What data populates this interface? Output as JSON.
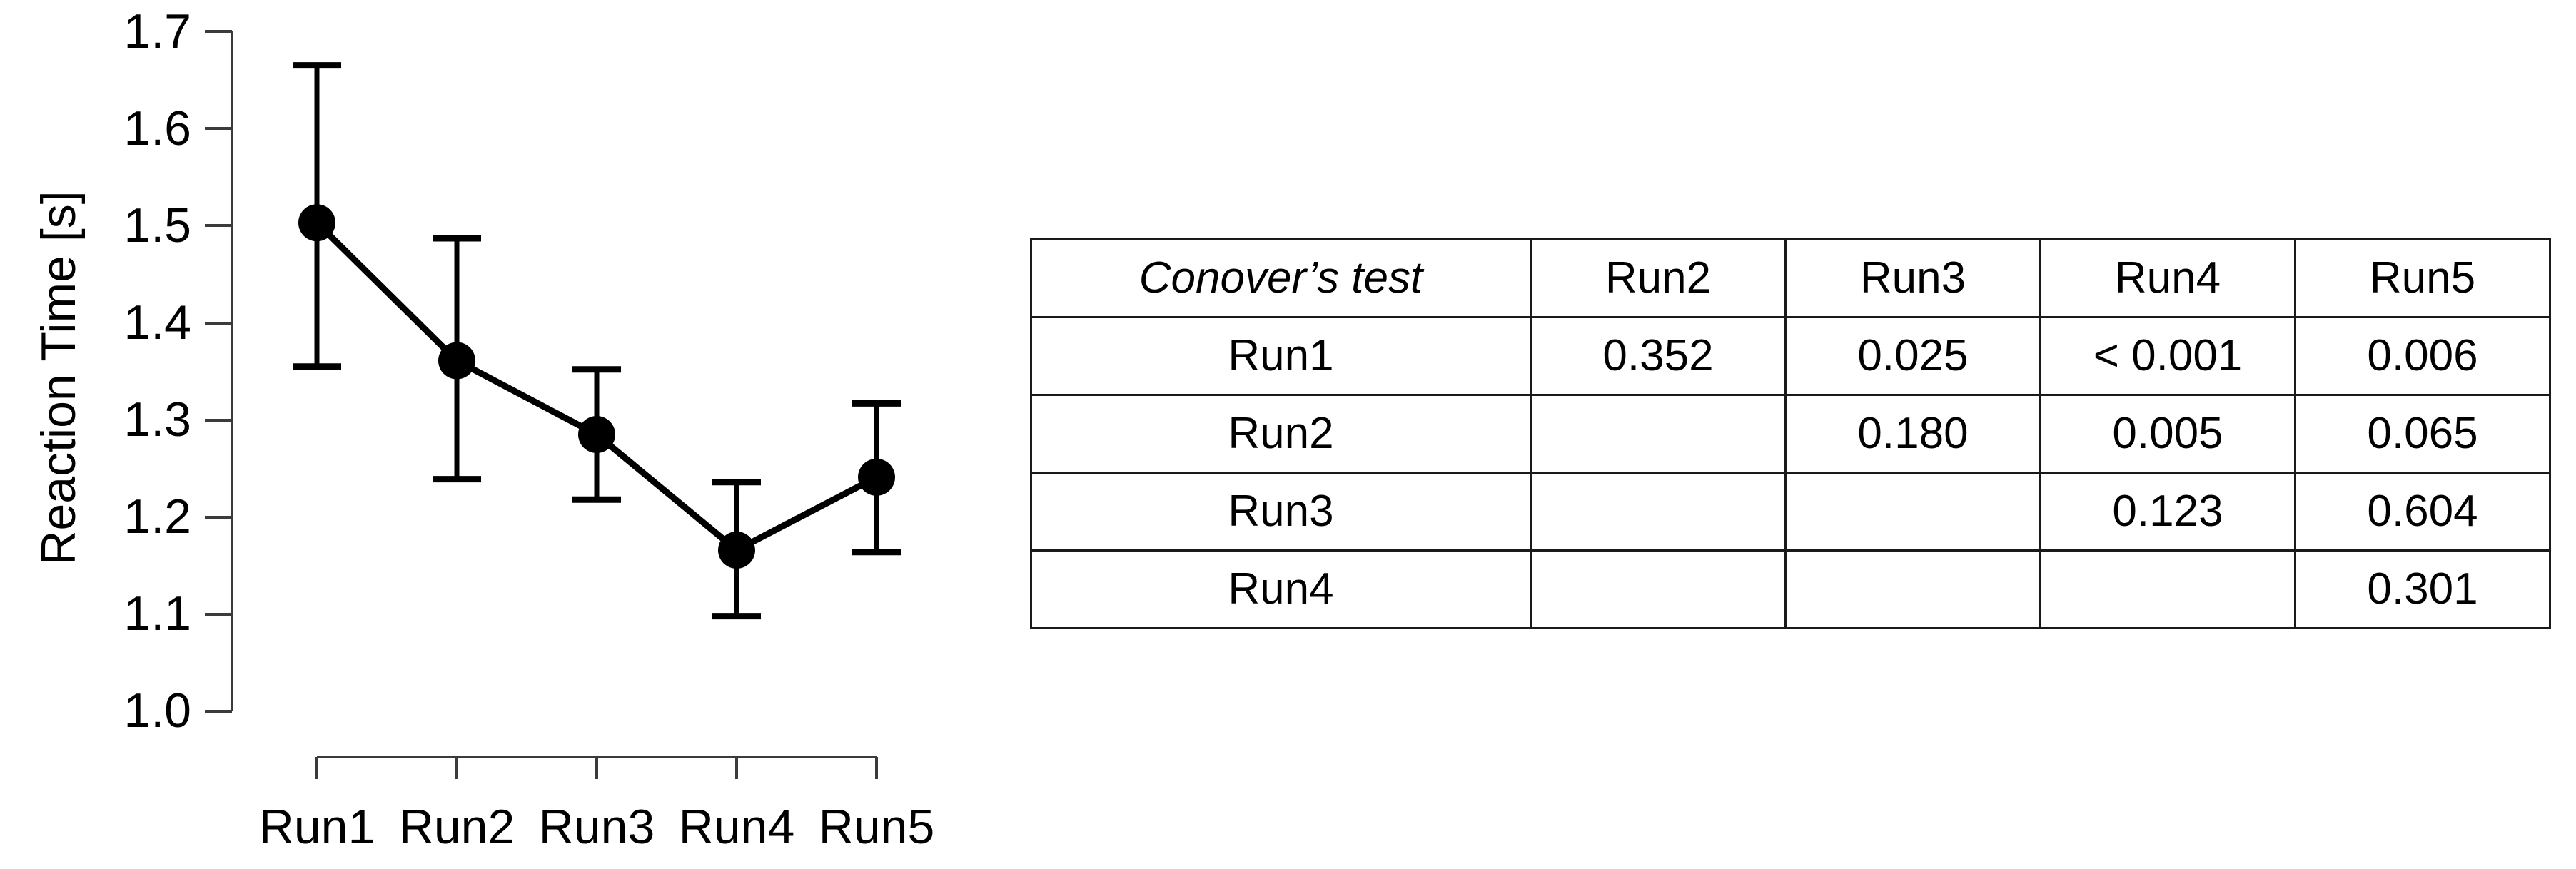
{
  "chart_data": {
    "type": "line",
    "title": "",
    "xlabel": "",
    "ylabel": "Reaction Time [s]",
    "categories": [
      "Run1",
      "Run2",
      "Run3",
      "Run4",
      "Run5"
    ],
    "values": [
      1.503,
      1.361,
      1.285,
      1.166,
      1.241
    ],
    "error_low": [
      1.355,
      1.239,
      1.218,
      1.098,
      1.164
    ],
    "error_high": [
      1.665,
      1.487,
      1.352,
      1.236,
      1.317
    ],
    "ylim": [
      1.0,
      1.7
    ],
    "yticks": [
      "1.0",
      "1.1",
      "1.2",
      "1.3",
      "1.4",
      "1.5",
      "1.6",
      "1.7"
    ],
    "ytick_values": [
      1.0,
      1.1,
      1.2,
      1.3,
      1.4,
      1.5,
      1.6,
      1.7
    ],
    "grid": false,
    "legend": "none",
    "marker": "filled-circle",
    "error_bar_style": "capped",
    "series_color": "#000000"
  },
  "table": {
    "corner_label": "Conover’s test",
    "column_headers": [
      "Run2",
      "Run3",
      "Run4",
      "Run5"
    ],
    "row_headers": [
      "Run1",
      "Run2",
      "Run3",
      "Run4"
    ],
    "significance_color": "#ff0000",
    "rows": [
      {
        "header": "Run1",
        "cells": [
          {
            "text": "0.352",
            "significant": false
          },
          {
            "text": "0.025",
            "significant": true
          },
          {
            "text": "< 0.001",
            "significant": true
          },
          {
            "text": "0.006",
            "significant": true
          }
        ]
      },
      {
        "header": "Run2",
        "cells": [
          {
            "text": "",
            "significant": false
          },
          {
            "text": "0.180",
            "significant": false
          },
          {
            "text": "0.005",
            "significant": true
          },
          {
            "text": "0.065",
            "significant": false
          }
        ]
      },
      {
        "header": "Run3",
        "cells": [
          {
            "text": "",
            "significant": false
          },
          {
            "text": "",
            "significant": false
          },
          {
            "text": "0.123",
            "significant": false
          },
          {
            "text": "0.604",
            "significant": false
          }
        ]
      },
      {
        "header": "Run4",
        "cells": [
          {
            "text": "",
            "significant": false
          },
          {
            "text": "",
            "significant": false
          },
          {
            "text": "",
            "significant": false
          },
          {
            "text": "0.301",
            "significant": false
          }
        ]
      }
    ]
  }
}
